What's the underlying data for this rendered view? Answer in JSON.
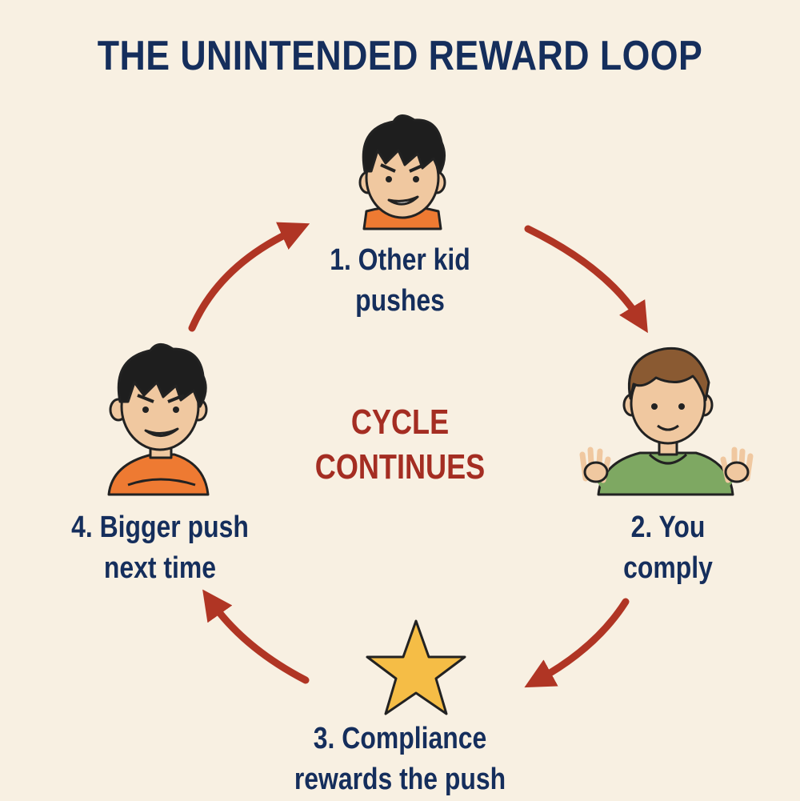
{
  "title": "THE UNINTENDED REWARD LOOP",
  "center": {
    "line1": "CYCLE",
    "line2": "CONTINUES"
  },
  "steps": [
    {
      "line1": "1. Other kid",
      "line2": "pushes",
      "figure": "pushy-kid-face"
    },
    {
      "line1": "2. You",
      "line2": "comply",
      "figure": "complying-kid-raised-hands"
    },
    {
      "line1": "3. Compliance",
      "line2": "rewards the push",
      "figure": "star-icon"
    },
    {
      "line1": "4. Bigger push",
      "line2": "next time",
      "figure": "pushy-kid-arms-crossed"
    }
  ],
  "colors": {
    "background": "#f8f0e2",
    "text": "#152e5c",
    "accent": "#a42d22",
    "arrow": "#b03524",
    "star": "#f5bd46",
    "orange_shirt": "#ee7a32",
    "green_hoodie": "#7ea862"
  }
}
